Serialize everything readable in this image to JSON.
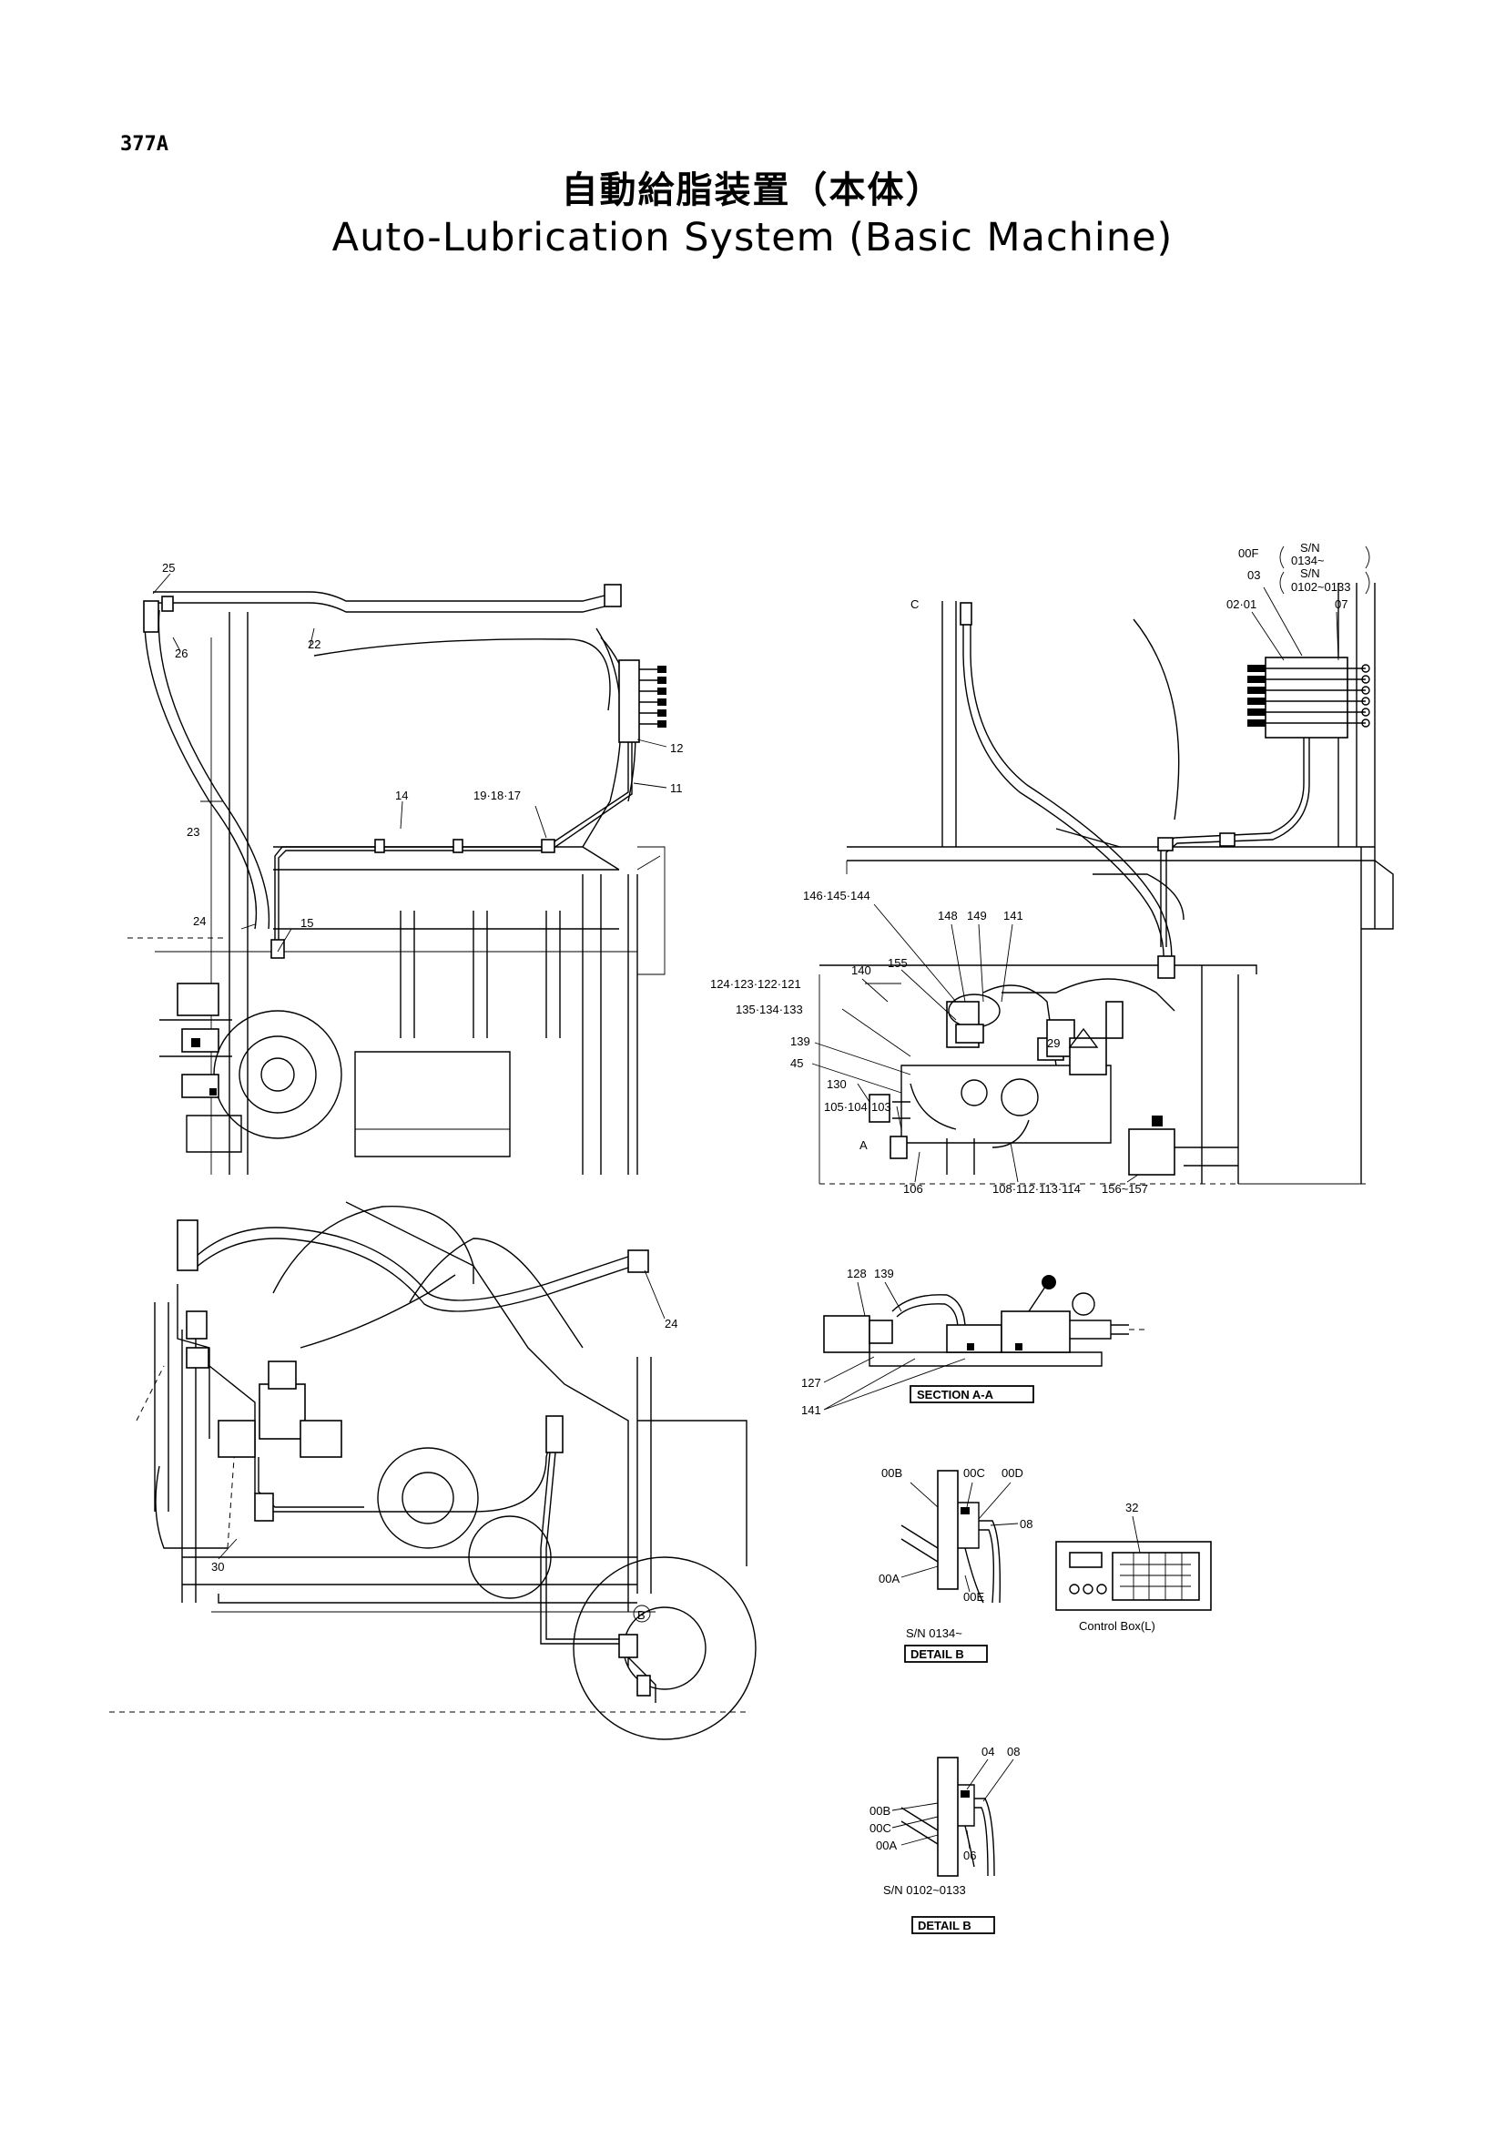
{
  "page_code": "377A",
  "title_jp": "自動給脂装置（本体）",
  "title_en": "Auto-Lubrication System (Basic Machine)",
  "top_left_labels": [
    "25",
    "26",
    "22",
    "12",
    "11",
    "14",
    "19·18·17",
    "23",
    "24",
    "15"
  ],
  "top_right_labels": [
    "00F",
    "0134~",
    "03",
    "0102~0133",
    "02·01",
    "07",
    "C",
    "146·145·144",
    "148",
    "149",
    "141",
    "124·123·122·121",
    "140",
    "155",
    "135·134·133",
    "29",
    "139",
    "45",
    "130",
    "105·104·103",
    "106",
    "108·112·113·114",
    "156~157",
    "A"
  ],
  "serial_notes": {
    "sn1": "S/N",
    "sn2": "S/N"
  },
  "bottom_left_labels": [
    "24",
    "30",
    "B"
  ],
  "section_a": {
    "labels": [
      "128",
      "139",
      "127",
      "141"
    ],
    "caption": "SECTION A-A"
  },
  "detail_b1": {
    "labels": [
      "00B",
      "00C",
      "00D",
      "08",
      "00A",
      "00E"
    ],
    "serial": "S/N   0134~",
    "caption": "DETAIL B"
  },
  "control_box": {
    "label_num": "32",
    "caption": "Control Box(L)"
  },
  "detail_b2": {
    "labels": [
      "04",
      "08",
      "00B",
      "00C",
      "00A",
      "06"
    ],
    "serial": "S/N  0102~0133",
    "caption": "DETAIL B"
  }
}
